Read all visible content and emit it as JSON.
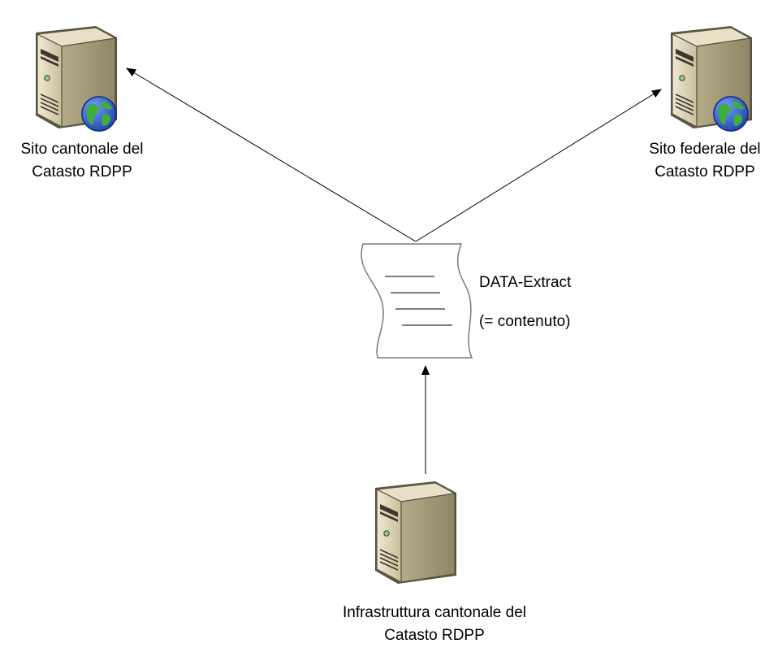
{
  "nodes": {
    "cantonal_site": {
      "line1": "Sito cantonale del",
      "line2": "Catasto RDPP",
      "icon": "web-server-icon"
    },
    "federal_site": {
      "line1": "Sito federale del",
      "line2": "Catasto RDPP",
      "icon": "web-server-icon"
    },
    "infrastructure": {
      "line1": "Infrastruttura cantonale del",
      "line2": "Catasto RDPP",
      "icon": "server-icon"
    },
    "data_extract": {
      "line1": "DATA-Extract",
      "line2": "(= contenuto)",
      "icon": "document-icon"
    }
  },
  "connections": [
    {
      "from": "infrastructure",
      "to": "data_extract"
    },
    {
      "from": "data_extract",
      "to": "cantonal_site"
    },
    {
      "from": "data_extract",
      "to": "federal_site"
    }
  ],
  "colors": {
    "line": "#000000",
    "server_body": "#d9d1b6",
    "globe_ocean": "#1f4fc4",
    "globe_land": "#3fae3a"
  }
}
